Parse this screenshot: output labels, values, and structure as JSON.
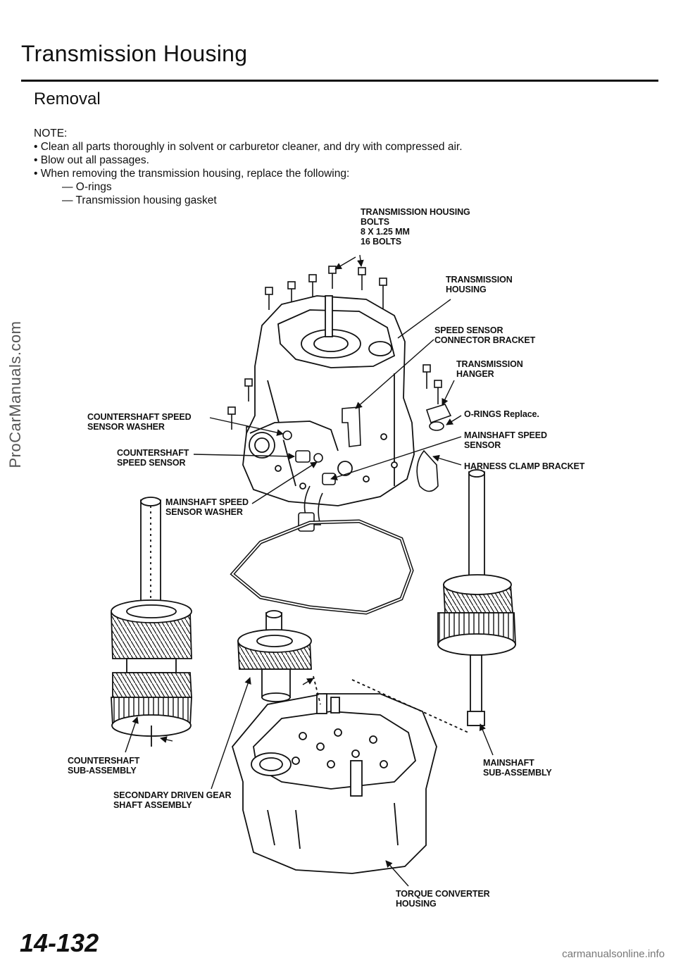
{
  "page": {
    "title": "Transmission Housing",
    "subtitle": "Removal",
    "page_number": "14-132",
    "watermark": "ProCarManuals.com",
    "footer_site": "carmanualsonline.info"
  },
  "notes": {
    "heading": "NOTE:",
    "bullets": [
      "• Clean all parts thoroughly in solvent or carburetor cleaner, and dry with compressed air.",
      "• Blow out all passages.",
      "• When removing the transmission housing, replace the following:"
    ],
    "sub_items": [
      "— O-rings",
      "— Transmission housing gasket"
    ]
  },
  "labels": {
    "housing_bolts": "TRANSMISSION HOUSING\nBOLTS\n8 x 1.25 mm\n16 Bolts",
    "transmission_housing": "TRANSMISSION\nHOUSING",
    "speed_sensor_bracket": "SPEED SENSOR\nCONNECTOR BRACKET",
    "transmission_hanger": "TRANSMISSION\nHANGER",
    "o_rings": "O-RINGS",
    "o_rings_note": "Replace.",
    "mainshaft_speed_sensor": "MAINSHAFT SPEED\nSENSOR",
    "harness_clamp_bracket": "HARNESS CLAMP BRACKET",
    "countershaft_speed_sensor_washer": "COUNTERSHAFT SPEED\nSENSOR WASHER",
    "countershaft_speed_sensor": "COUNTERSHAFT\nSPEED SENSOR",
    "mainshaft_speed_sensor_washer": "MAINSHAFT SPEED\nSENSOR WASHER",
    "countershaft_subassembly": "COUNTERSHAFT\nSUB-ASSEMBLY",
    "secondary_driven_gear": "SECONDARY DRIVEN GEAR\nSHAFT ASSEMBLY",
    "mainshaft_subassembly": "MAINSHAFT\nSUB-ASSEMBLY",
    "torque_converter_housing": "TORQUE CONVERTER\nHOUSING"
  }
}
